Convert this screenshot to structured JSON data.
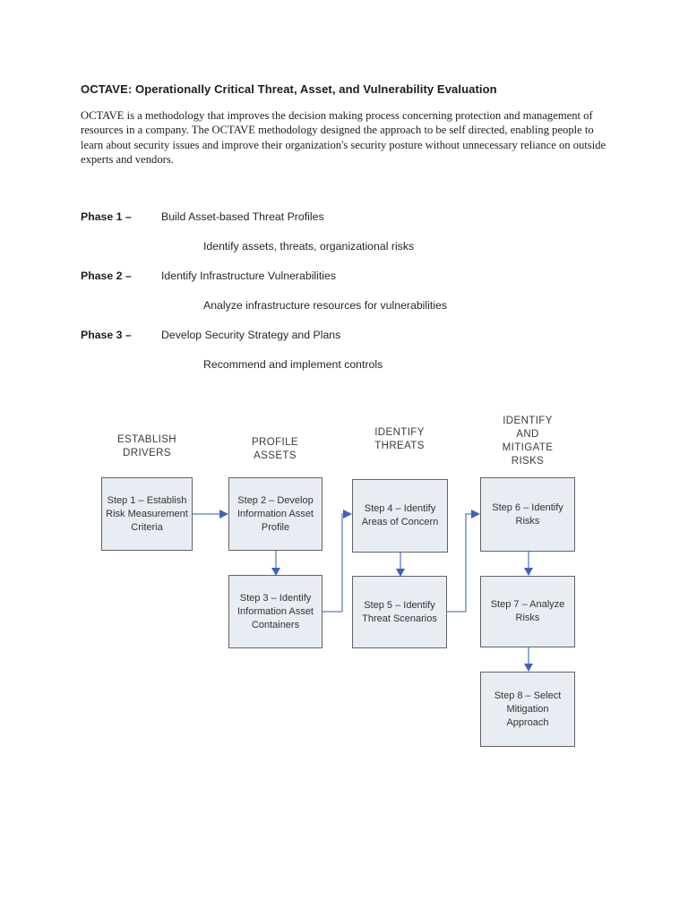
{
  "page": {
    "title": "OCTAVE: Operationally Critical Threat, Asset, and Vulnerability Evaluation",
    "intro": "OCTAVE is a methodology that improves the decision making process concerning protection and management of\nresources in a company. The OCTAVE methodology designed the approach to be self directed, enabling people to\nlearn about security issues and improve their organization's security posture without unnecessary reliance on outside\nexperts and vendors."
  },
  "phases": [
    {
      "label": "Phase 1 –",
      "title": "Build Asset-based Threat Profiles",
      "detail": "Identify assets, threats, organizational risks"
    },
    {
      "label": "Phase 2 –",
      "title": "Identify Infrastructure Vulnerabilities",
      "detail": "Analyze infrastructure resources for vulnerabilities"
    },
    {
      "label": "Phase 3 –",
      "title": "Develop Security Strategy and Plans",
      "detail": "Recommend and implement controls"
    }
  ],
  "diagram": {
    "colors": {
      "box_fill": "#e8ecf3",
      "box_border": "#636363",
      "connector_line": "#97abd3",
      "arrowhead": "#3f63b5"
    },
    "headers": [
      {
        "text": "ESTABLISH\nDRIVERS"
      },
      {
        "text": "PROFILE\nASSETS"
      },
      {
        "text": "IDENTIFY\nTHREATS"
      },
      {
        "text": "IDENTIFY\nAND\nMITIGATE\nRISKS"
      }
    ],
    "steps": [
      {
        "text": "Step 1 – Establish\nRisk Measurement\nCriteria"
      },
      {
        "text": "Step 2 – Develop\nInformation Asset\nProfile"
      },
      {
        "text": "Step 3 – Identify\nInformation Asset\nContainers"
      },
      {
        "text": "Step 4 – Identify\nAreas of Concern"
      },
      {
        "text": "Step 5 – Identify\nThreat Scenarios"
      },
      {
        "text": "Step 6 – Identify\nRisks"
      },
      {
        "text": "Step 7 – Analyze\nRisks"
      },
      {
        "text": "Step 8 – Select\nMitigation\nApproach"
      }
    ]
  }
}
